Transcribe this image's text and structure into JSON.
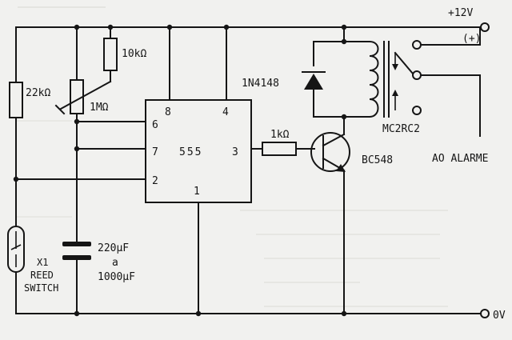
{
  "supply": {
    "positive_label": "+12V",
    "positive_terminal": "(+)",
    "ground_label": "0V"
  },
  "components": {
    "r1": "22kΩ",
    "r2": "10kΩ",
    "pot": "1MΩ",
    "ic": "555",
    "ic_pins": {
      "reset": "4",
      "vcc": "8",
      "threshold": "6",
      "discharge": "7",
      "trigger": "2",
      "output": "3",
      "ground": "1"
    },
    "r_base": "1kΩ",
    "diode": "1N4148",
    "relay": "MC2RC2",
    "transistor": "BC548",
    "capacitor": {
      "value": "220µF",
      "connector": "a",
      "value2": "1000µF"
    },
    "reed_switch": {
      "ref": "X1",
      "line1": "REED",
      "line2": "SWITCH"
    }
  },
  "output_label": "AO ALARME",
  "colors": {
    "ink": "#151515",
    "paper": "#f1f1ef"
  }
}
